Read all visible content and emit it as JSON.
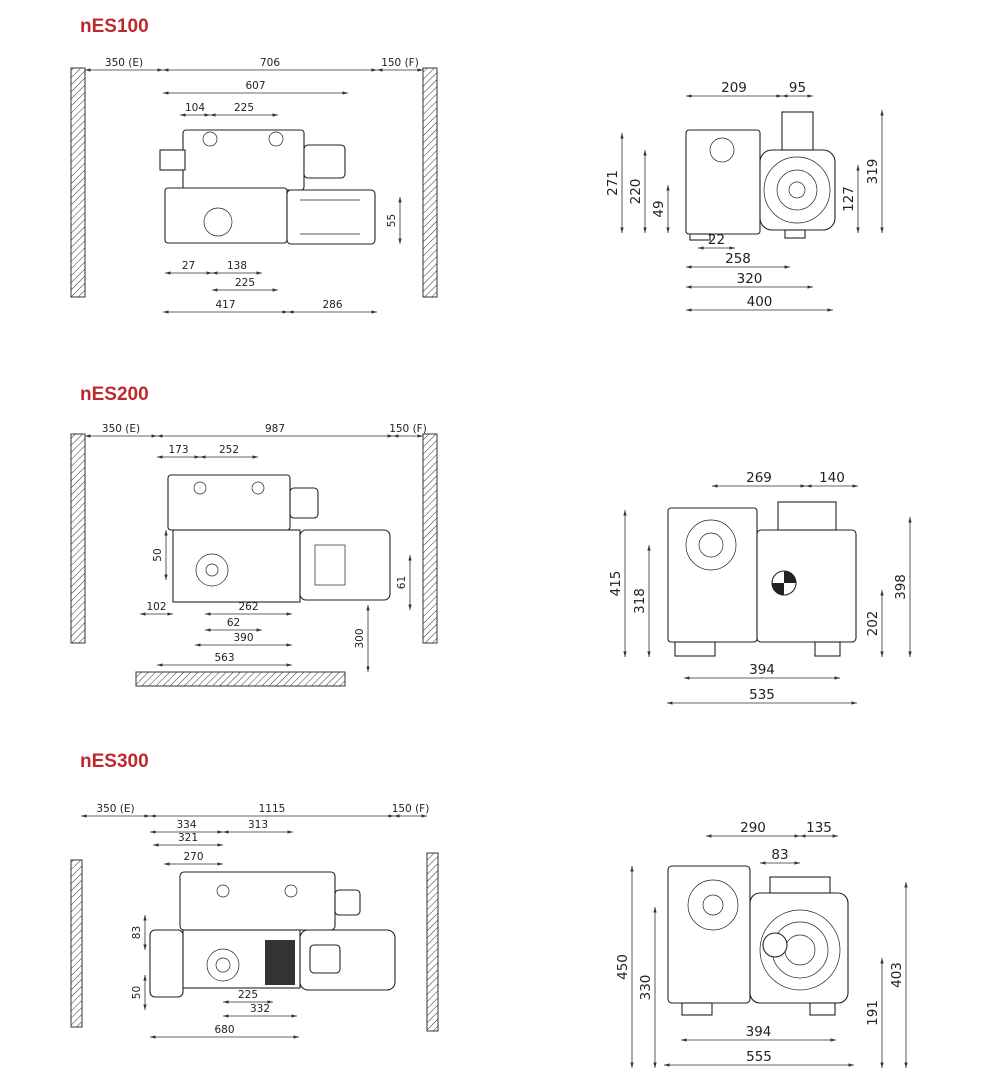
{
  "colors": {
    "title": "#c0282f",
    "line": "#222222"
  },
  "models": [
    {
      "title": "nES100",
      "side": {
        "dims": [
          "350 (E)",
          "706",
          "150 (F)",
          "607",
          "104",
          "225",
          "55",
          "27",
          "138",
          "225",
          "417",
          "286"
        ]
      },
      "front": {
        "dims": [
          "209",
          "95",
          "319",
          "271",
          "220",
          "49",
          "127",
          "22",
          "258",
          "320",
          "400"
        ]
      }
    },
    {
      "title": "nES200",
      "side": {
        "dims": [
          "350 (E)",
          "987",
          "150 (F)",
          "173",
          "252",
          "50",
          "61",
          "102",
          "262",
          "62",
          "390",
          "563",
          "300"
        ]
      },
      "front": {
        "dims": [
          "269",
          "140",
          "415",
          "318",
          "398",
          "202",
          "394",
          "535"
        ]
      }
    },
    {
      "title": "nES300",
      "side": {
        "dims": [
          "350 (E)",
          "1115",
          "150 (F)",
          "334",
          "313",
          "321",
          "270",
          "83",
          "50",
          "225",
          "332",
          "680"
        ]
      },
      "front": {
        "dims": [
          "290",
          "135",
          "83",
          "450",
          "330",
          "403",
          "191",
          "394",
          "555"
        ]
      }
    }
  ]
}
